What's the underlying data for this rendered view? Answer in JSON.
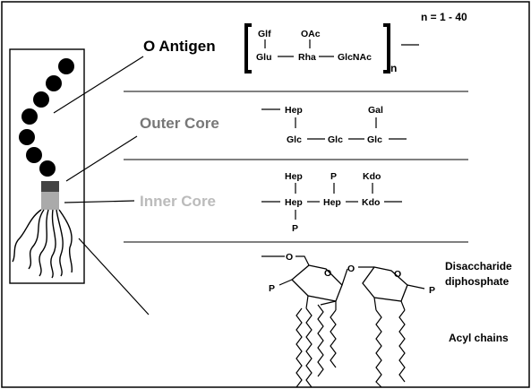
{
  "labels": {
    "o_antigen": "O Antigen",
    "outer_core": "Outer Core",
    "inner_core": "Inner Core",
    "disaccharide_line1": "Disaccharide",
    "disaccharide_line2": "diphosphate",
    "acyl_chains": "Acyl chains"
  },
  "o_antigen_structure": {
    "glf": "Glf",
    "oac": "OAc",
    "glu": "Glu",
    "rha": "Rha",
    "glcnac": "GlcNAc",
    "subscript": "n",
    "repeat": "n = 1 - 40"
  },
  "outer_core_structure": {
    "hep": "Hep",
    "gal": "Gal",
    "glc1": "Glc",
    "glc2": "Glc",
    "glc3": "Glc"
  },
  "inner_core_structure": {
    "hep_top": "Hep",
    "p_top": "P",
    "kdo_top": "Kdo",
    "hep1": "Hep",
    "hep2": "Hep",
    "kdo": "Kdo",
    "p_bottom": "P"
  },
  "lipid_a_structure": {
    "o1": "O",
    "o2": "O",
    "o3": "O",
    "o4": "O",
    "p_left": "P",
    "p_right": "P"
  },
  "colors": {
    "outer_core_label": "#777777",
    "inner_core_label": "#bbbbbb",
    "inner_core_band": "#aaaaaa",
    "outer_band": "#444444"
  }
}
